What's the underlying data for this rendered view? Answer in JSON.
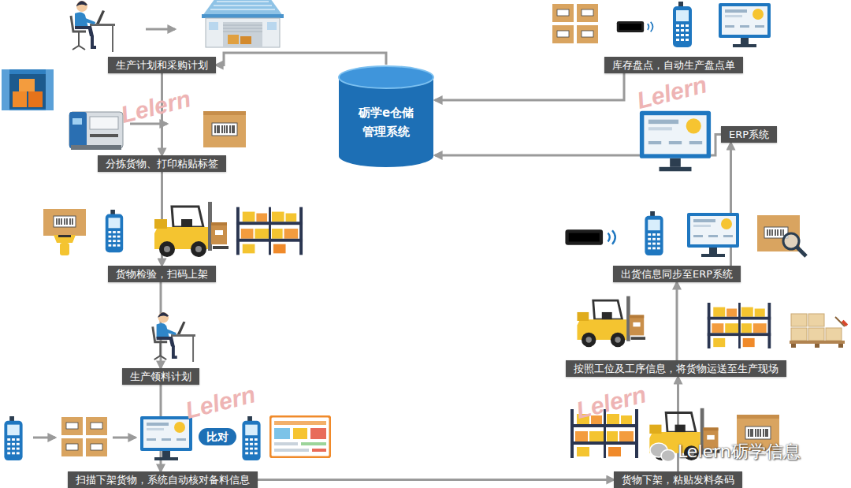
{
  "diagram": {
    "nodes": [
      {
        "text": [
          "生产计划和采购计划"
        ]
      },
      {
        "text": [
          "分拣货物、打印粘贴标签"
        ]
      },
      {
        "text": [
          "货物检验，扫码上架"
        ]
      },
      {
        "text": [
          "生产领料计划"
        ]
      },
      {
        "text": [
          "比对"
        ]
      },
      {
        "text": [
          "扫描下架货物，系统自动核对备料信息"
        ]
      },
      {
        "text": [
          "砺学e仓储 管理系统"
        ]
      },
      {
        "text": [
          "库存盘点，自动生产盘点单"
        ]
      },
      {
        "text": [
          "ERP系统"
        ]
      },
      {
        "text": [
          "出货信息同步至ERP系统"
        ]
      },
      {
        "text": [
          "按照工位及工序信息，将货物运送至生产现场"
        ]
      },
      {
        "text": [
          "货物下架，粘贴发料条码"
        ]
      }
    ],
    "edges": [
      {
        "from": 6,
        "to": 0,
        "arrow": "to"
      },
      {
        "from": 0,
        "to": 1,
        "arrow": "to"
      },
      {
        "from": 1,
        "to": 2,
        "arrow": "to"
      },
      {
        "from": 2,
        "to": 3,
        "arrow": "to"
      },
      {
        "from": 3,
        "to": 5,
        "arrow": "to"
      },
      {
        "from": 5,
        "to": 11,
        "arrow": "to"
      },
      {
        "from": 11,
        "to": 10,
        "arrow": "to"
      },
      {
        "from": 10,
        "to": 9,
        "arrow": "to"
      },
      {
        "from": 9,
        "to": 8,
        "arrow": "to"
      },
      {
        "from": 8,
        "to": 6,
        "arrow": "to"
      },
      {
        "from": 7,
        "to": 6,
        "arrow": "to"
      }
    ],
    "labels": [
      "Lelern",
      "Lelern",
      "Lelern",
      "Lelern",
      "Lelern砺学信息"
    ]
  }
}
